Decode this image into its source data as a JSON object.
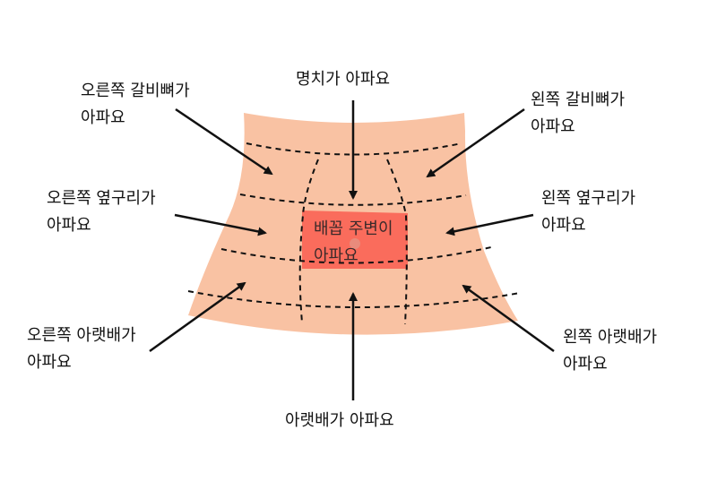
{
  "labels": {
    "upper_right_ribs": "오른쪽 갈비뼈가\n아파요",
    "epigastric": "명치가 아파요",
    "upper_left_ribs": "왼쪽 갈비뼈가\n아파요",
    "right_flank": "오른쪽 옆구리가\n아파요",
    "left_flank": "왼쪽 옆구리가\n아파요",
    "periumbilical": "배꼽 주변이\n아파요",
    "lower_right": "오른쪽 아랫배가\n아파요",
    "lower_left": "왼쪽 아랫배가\n아파요",
    "lower_center": "아랫배가 아파요"
  },
  "colors": {
    "skin": "#F9C2A3",
    "highlight": "#FA6C5C",
    "navel": "#E98B7C",
    "line": "#111111"
  }
}
